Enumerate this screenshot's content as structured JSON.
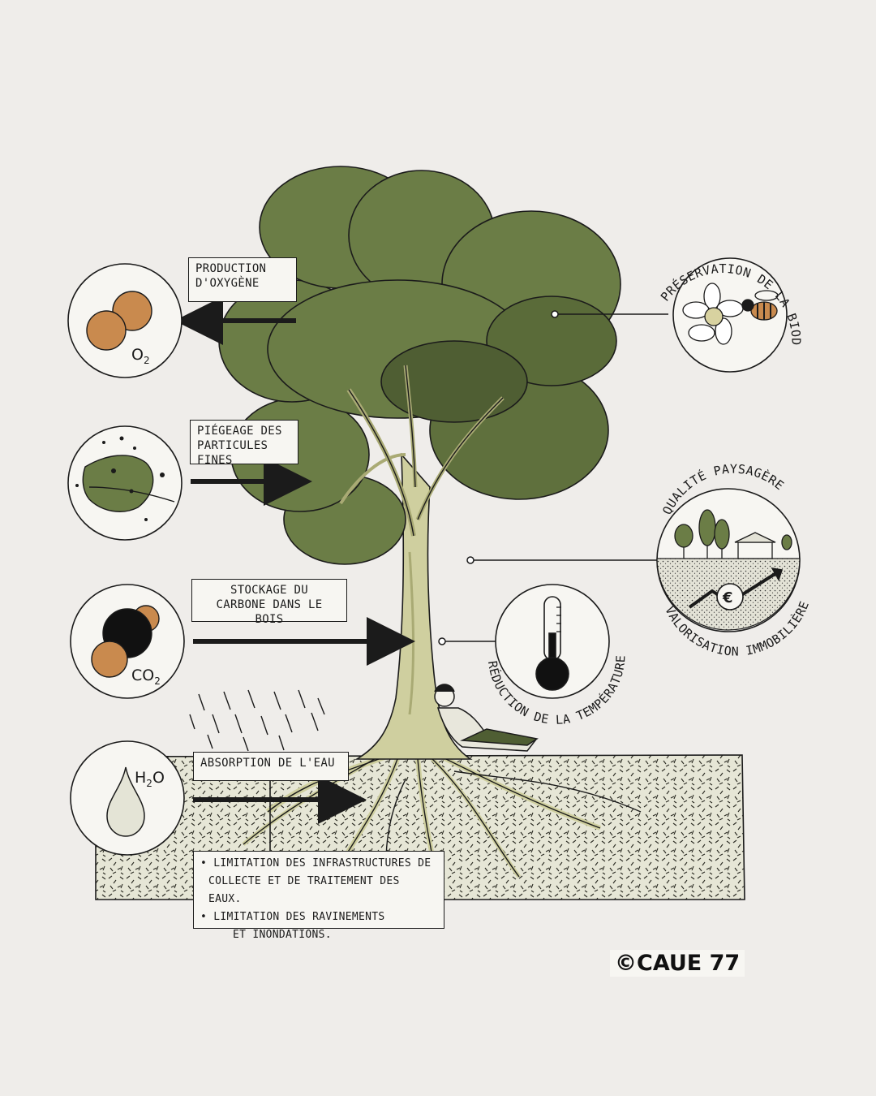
{
  "labels": {
    "oxygen": [
      "PRODUCTION",
      "D'OXYGÈNE"
    ],
    "particles": [
      "PIÉGEAGE DES",
      "PARTICULES FINES"
    ],
    "carbon": [
      "STOCKAGE DU",
      "CARBONE DANS LE BOIS"
    ],
    "water": "ABSORPTION DE L'EAU",
    "water_benefits": [
      "• LIMITATION DES INFRASTRUCTURES DE",
      "COLLECTE ET DE TRAITEMENT DES EAUX.",
      "• LIMITATION DES RAVINEMENTS",
      "ET INONDATIONS."
    ]
  },
  "curved_labels": {
    "biodiversity": "PRÉSERVATION DE LA BIODIVERSITÉ",
    "landscape": "QUALITÉ PAYSAGÈRE",
    "realestate": "VALORISATION IMMOBILIÈRE",
    "temperature": "RÉDUCTION DE LA TEMPÉRATURE"
  },
  "chem": {
    "o2": "O",
    "o2_sub": "2",
    "co2": "CO",
    "co2_sub": "2",
    "h2o_h": "H",
    "h2o_sub": "2",
    "h2o_o": "O"
  },
  "credit": "©CAUE 77",
  "colors": {
    "background": "#efedea",
    "foliage": "#6b7d46",
    "foliage_dark": "#4f5e33",
    "trunk": "#cfcf9f",
    "soil": "#e6e6d6",
    "orange": "#c98a4e",
    "ink": "#1b1b1b"
  }
}
